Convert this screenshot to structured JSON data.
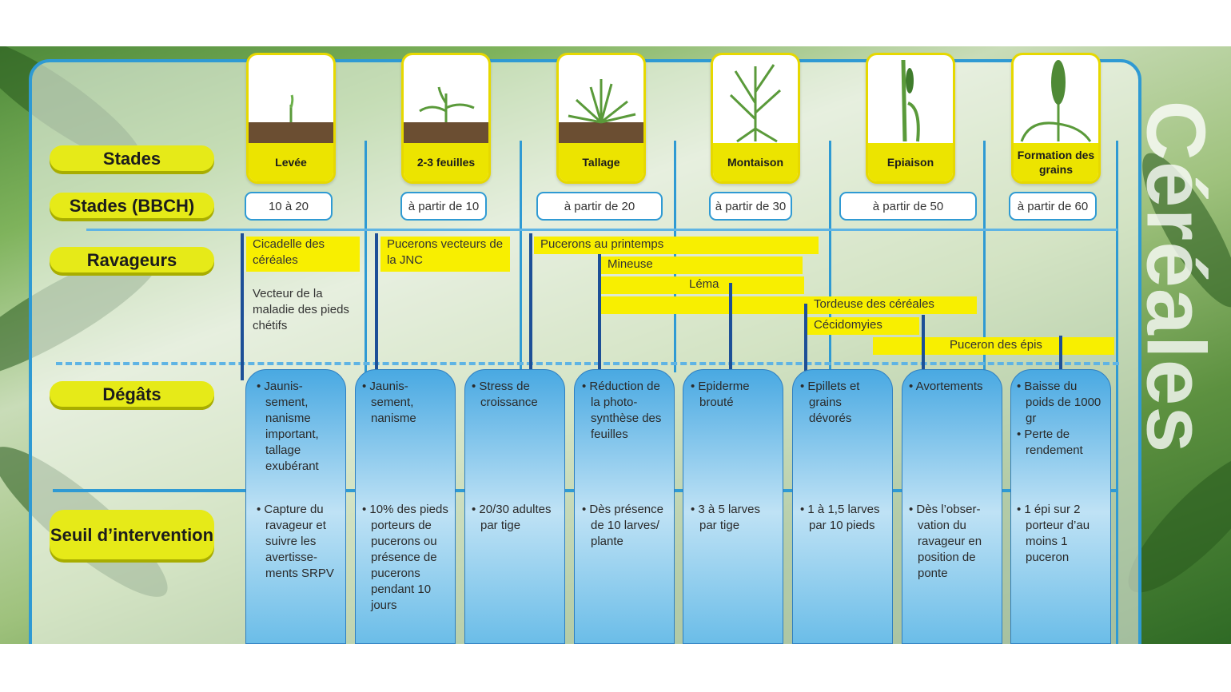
{
  "watermark": "Céréales",
  "row_labels": {
    "stades": "Stades",
    "bbch": "Stades (BBCH)",
    "ravageurs": "Ravageurs",
    "degats": "Dégâts",
    "seuil": "Seuil d’intervention"
  },
  "stages": [
    {
      "name": "Levée",
      "bbch": "10 à 20"
    },
    {
      "name": "2-3 feuilles",
      "bbch": "à partir de 10"
    },
    {
      "name": "Tallage",
      "bbch": "à partir de 20"
    },
    {
      "name": "Montaison",
      "bbch": "à partir de 30"
    },
    {
      "name": "Epiaison",
      "bbch": "à partir de 50"
    },
    {
      "name": "Formation des grains",
      "bbch": "à partir de 60"
    }
  ],
  "pests": [
    {
      "label": "Cicadelle des céréales"
    },
    {
      "label": "Pucerons vecteurs de la JNC"
    },
    {
      "label": "Pucerons au printemps"
    },
    {
      "label": "Mineuse"
    },
    {
      "label": "Léma"
    },
    {
      "label": "Tordeuse des céréales"
    },
    {
      "label": "Cécidomyies"
    },
    {
      "label": "Puceron des épis"
    }
  ],
  "pest_note": "Vecteur de la maladie des pieds chétifs",
  "columns": [
    {
      "degats": [
        "Jaunis-sement, nanisme important, tallage exubérant"
      ],
      "seuil": [
        "Capture du ravageur et suivre les avertisse-ments SRPV"
      ]
    },
    {
      "degats": [
        "Jaunis-sement, nanisme"
      ],
      "seuil": [
        "10% des pieds porteurs de pucerons ou présence de pucerons pendant 10 jours"
      ]
    },
    {
      "degats": [
        "Stress de croissance"
      ],
      "seuil": [
        "20/30 adultes par tige"
      ]
    },
    {
      "degats": [
        "Réduction de la photo-synthèse des feuilles"
      ],
      "seuil": [
        "Dès présence de 10 larves/ plante"
      ]
    },
    {
      "degats": [
        "Epiderme brouté"
      ],
      "seuil": [
        "3 à 5 larves par tige"
      ]
    },
    {
      "degats": [
        "Epillets et grains dévorés"
      ],
      "seuil": [
        "1 à 1,5 larves par 10 pieds"
      ]
    },
    {
      "degats": [
        "Avortements"
      ],
      "seuil": [
        "Dès l’obser-vation du ravageur en position de ponte"
      ]
    },
    {
      "degats": [
        "Baisse du poids de 1000 gr",
        "Perte de rendement"
      ],
      "seuil": [
        "1 épi sur 2 porteur d’au moins 1 puceron"
      ]
    }
  ],
  "colors": {
    "yellow": "#f8ef00",
    "blue": "#2f9ad3",
    "dark_blue": "#1d4f97"
  }
}
